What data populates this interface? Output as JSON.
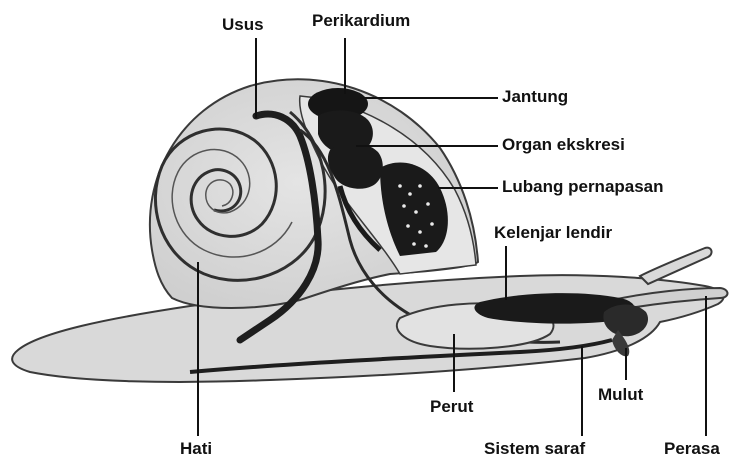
{
  "labels": {
    "usus": "Usus",
    "perikardium": "Perikardium",
    "jantung": "Jantung",
    "organ_ekskresi": "Organ ekskresi",
    "lubang_pernapasan": "Lubang pernapasan",
    "kelenjar_lendir": "Kelenjar lendir",
    "hati": "Hati",
    "perut": "Perut",
    "mulut": "Mulut",
    "sistem_saraf": "Sistem saraf",
    "perasa": "Perasa"
  }
}
